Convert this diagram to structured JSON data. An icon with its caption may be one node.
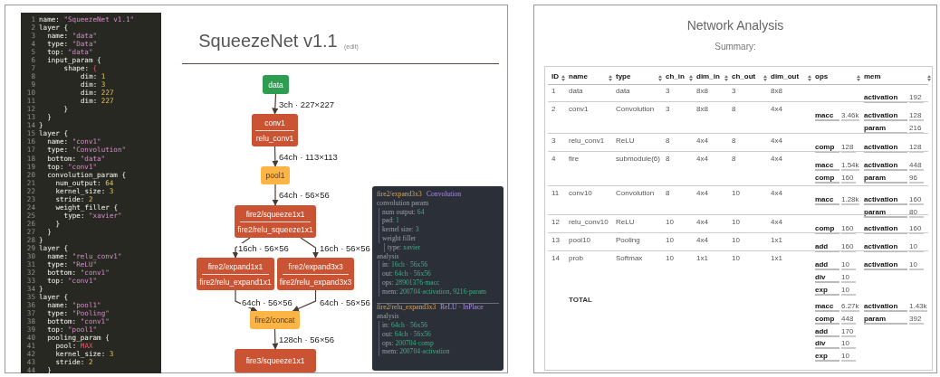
{
  "diagram": {
    "title": "SqueezeNet v1.1",
    "nodes": [
      {
        "text": [
          "data"
        ]
      },
      {
        "text": [
          "conv1",
          "relu_conv1"
        ]
      },
      {
        "text": [
          "pool1"
        ]
      },
      {
        "text": [
          "fire2/squeeze1x1",
          "fire2/relu_squeeze1x1"
        ]
      },
      {
        "text": [
          "fire2/expand1x1",
          "fire2/relu_expand1x1"
        ]
      },
      {
        "text": [
          "fire2/expand3x3",
          "fire2/relu_expand3x3"
        ]
      },
      {
        "text": [
          "fire2/concat"
        ]
      },
      {
        "text": [
          "fire3/squeeze1x1"
        ]
      },
      {
        "text": [
          "fire2/expand3x3",
          "Convolution",
          "convolution param",
          "num output: 64",
          "pad: 1",
          "kernel size: 3",
          "weight filler",
          "type: xavier",
          "analysis",
          "in: 16ch · 56x56",
          "out: 64ch · 56x56",
          "ops: 28901376·macc",
          "mem: 200704·activation, 9216·param",
          "fire2/relu_expand3x3",
          "ReLU · InPlace",
          "analysis",
          "in: 64ch · 56x56",
          "out: 64ch · 56x56",
          "ops: 200704·comp",
          "mem: 200704·activation"
        ]
      }
    ],
    "edges": [
      {
        "from": 0,
        "to": 1,
        "arrow": "to",
        "label": "3ch · 227×227"
      },
      {
        "from": 1,
        "to": 2,
        "arrow": "to",
        "label": "64ch · 113×113"
      },
      {
        "from": 2,
        "to": 3,
        "arrow": "to",
        "label": "64ch · 56×56"
      },
      {
        "from": 3,
        "to": 4,
        "arrow": "to",
        "label": "16ch · 56×56"
      },
      {
        "from": 3,
        "to": 5,
        "arrow": "to",
        "label": "16ch · 56×56"
      },
      {
        "from": 4,
        "to": 6,
        "arrow": "to",
        "label": "64ch · 56×56"
      },
      {
        "from": 5,
        "to": 6,
        "arrow": "to",
        "label": "64ch · 56×56"
      },
      {
        "from": 6,
        "to": 7,
        "arrow": "to",
        "label": "128ch · 56×56"
      }
    ],
    "labels": [
      "1",
      "name: \"SqueezeNet v1.1\"",
      "2",
      "layer {",
      "3",
      "name: \"data\"",
      "4",
      "type: \"Data\"",
      "5",
      "top: \"data\"",
      "6",
      "input_param {",
      "7",
      "shape: {",
      "8",
      "dim: 1",
      "9",
      "dim: 3",
      "10",
      "dim: 227",
      "11",
      "dim: 227",
      "12",
      "}",
      "13",
      "}",
      "14",
      "}",
      "15",
      "layer {",
      "16",
      "name: \"conv1\"",
      "17",
      "type: \"Convolution\"",
      "18",
      "bottom: \"data\"",
      "19",
      "top: \"conv1\"",
      "20",
      "convolution_param {",
      "21",
      "num_output: 64",
      "22",
      "kernel_size: 3",
      "23",
      "stride: 2",
      "24",
      "weight_filler {",
      "25",
      "type: \"xavier\"",
      "26",
      "}",
      "27",
      "}",
      "28",
      "}",
      "29",
      "layer {",
      "30",
      "name: \"relu_conv1\"",
      "31",
      "type: \"ReLU\"",
      "32",
      "bottom: \"conv1\"",
      "33",
      "top: \"conv1\"",
      "34",
      "}",
      "35",
      "layer {",
      "36",
      "name: \"pool1\"",
      "37",
      "type: \"Pooling\"",
      "38",
      "bottom: \"conv1\"",
      "39",
      "top: \"pool1\"",
      "40",
      "pooling_param {",
      "41",
      "pool: MAX",
      "42",
      "kernel_size: 3",
      "43",
      "stride: 2",
      "44",
      "}",
      "(edit)",
      "Network Analysis",
      "Summary:",
      "ID",
      "name",
      "type",
      "ch_in",
      "dim_in",
      "ch_out",
      "dim_out",
      "ops",
      "mem",
      "1",
      "data",
      "data",
      "3",
      "8x8",
      "3",
      "8x8",
      "activation",
      "192",
      "2",
      "conv1",
      "Convolution",
      "3",
      "8x8",
      "8",
      "4x4",
      "macc",
      "3.46k",
      "activation",
      "128",
      "param",
      "216",
      "3",
      "relu_conv1",
      "ReLU",
      "8",
      "4x4",
      "8",
      "4x4",
      "comp",
      "128",
      "activation",
      "128",
      "4",
      "fire",
      "submodule(6)",
      "8",
      "4x4",
      "8",
      "4x4",
      "macc",
      "1.54k",
      "comp",
      "160",
      "activation",
      "448",
      "param",
      "96",
      "11",
      "conv10",
      "Convolution",
      "8",
      "4x4",
      "10",
      "4x4",
      "macc",
      "1.28k",
      "activation",
      "160",
      "param",
      "80",
      "12",
      "relu_conv10",
      "ReLU",
      "10",
      "4x4",
      "10",
      "4x4",
      "comp",
      "160",
      "activation",
      "160",
      "13",
      "pool10",
      "Pooling",
      "10",
      "4x4",
      "10",
      "1x1",
      "add",
      "160",
      "activation",
      "10",
      "14",
      "prob",
      "Softmax",
      "10",
      "1x1",
      "10",
      "1x1",
      "add",
      "10",
      "div",
      "10",
      "exp",
      "10",
      "activation",
      "10",
      "TOTAL",
      "macc",
      "6.27k",
      "comp",
      "448",
      "add",
      "170",
      "div",
      "10",
      "exp",
      "10",
      "activation",
      "1.43k",
      "param",
      "392"
    ]
  }
}
